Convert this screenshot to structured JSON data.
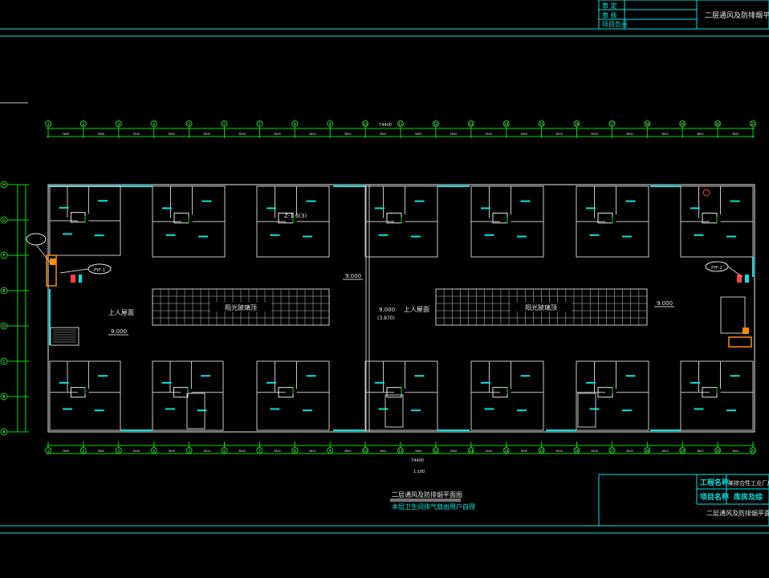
{
  "title_block_top": {
    "rows": [
      "审 定",
      "审 核",
      "项目负责"
    ],
    "drawing_name": "二层通风及防排烟平面图"
  },
  "title_block_bottom": {
    "project_label": "工程名称",
    "project_value": "某综合性工业厂房",
    "item_label": "项目名称",
    "item_value": "库房及综",
    "drawing_name": "二层通风及防排烟平面图"
  },
  "axes": {
    "columns": [
      "1",
      "2",
      "3",
      "4",
      "5",
      "6",
      "7",
      "8",
      "9",
      "10",
      "11",
      "12",
      "13",
      "14",
      "15",
      "16",
      "17",
      "18",
      "19",
      "20",
      "21"
    ],
    "rows": [
      "H",
      "G",
      "F",
      "E",
      "D",
      "C",
      "B",
      "A"
    ],
    "top_total": "74400",
    "bottom_total": "74400"
  },
  "annotations": {
    "roof_left": "上人屋面",
    "roof_right": "上人屋面",
    "skylight_left": "阳光玻璃顶",
    "skylight_right": "阳光玻璃顶",
    "elev_1": "9.000",
    "elev_2": "9.000",
    "elev_3": "9.000",
    "elev_4": "9.000",
    "elev_sub": "(3.870)",
    "room_code": "Z-1.6(3)",
    "scale": "1:100",
    "note_id_left": "PYF-1",
    "note_id_right": "PYF-2"
  },
  "caption": {
    "title": "二层通风及防排烟平面图",
    "subtitle": "本层卫生间排气扇由用户自理"
  },
  "colors": {
    "background": "#000000",
    "frame": "#00e5e5",
    "walls": "#c8c8c8",
    "axis": "#00e000",
    "fixture": "#ff4040",
    "duct": "#ff8c00"
  }
}
